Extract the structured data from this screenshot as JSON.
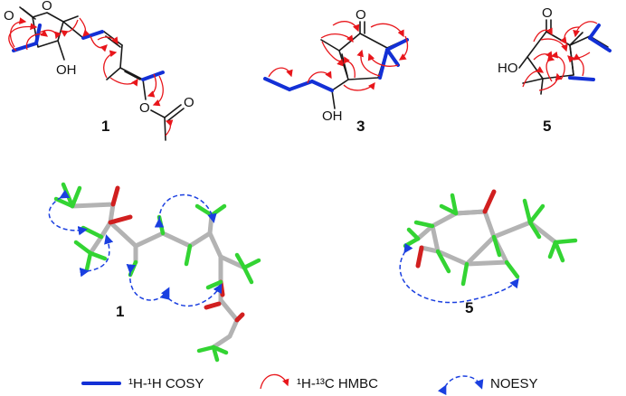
{
  "structures": {
    "compound_1": {
      "number": "1",
      "atom_labels": [
        "O",
        "O",
        "OH",
        "O",
        "O"
      ]
    },
    "compound_3": {
      "number": "3",
      "atom_labels": [
        "O",
        "OH"
      ]
    },
    "compound_5": {
      "number": "5",
      "atom_labels": [
        "O",
        "HO"
      ]
    }
  },
  "models_3d": {
    "model_1_label": "1",
    "model_5_label": "5"
  },
  "legend": {
    "cosy": "¹H-¹H COSY",
    "hmbc": "¹H-¹³C HMBC",
    "noesy": "NOESY"
  },
  "colors": {
    "cosy": "#1330d6",
    "hmbc": "#e8161b",
    "noesy": "#1a3fe0",
    "carbon": "#b3b3b3",
    "hydrogen": "#33d433",
    "oxygen": "#d11f1f"
  }
}
